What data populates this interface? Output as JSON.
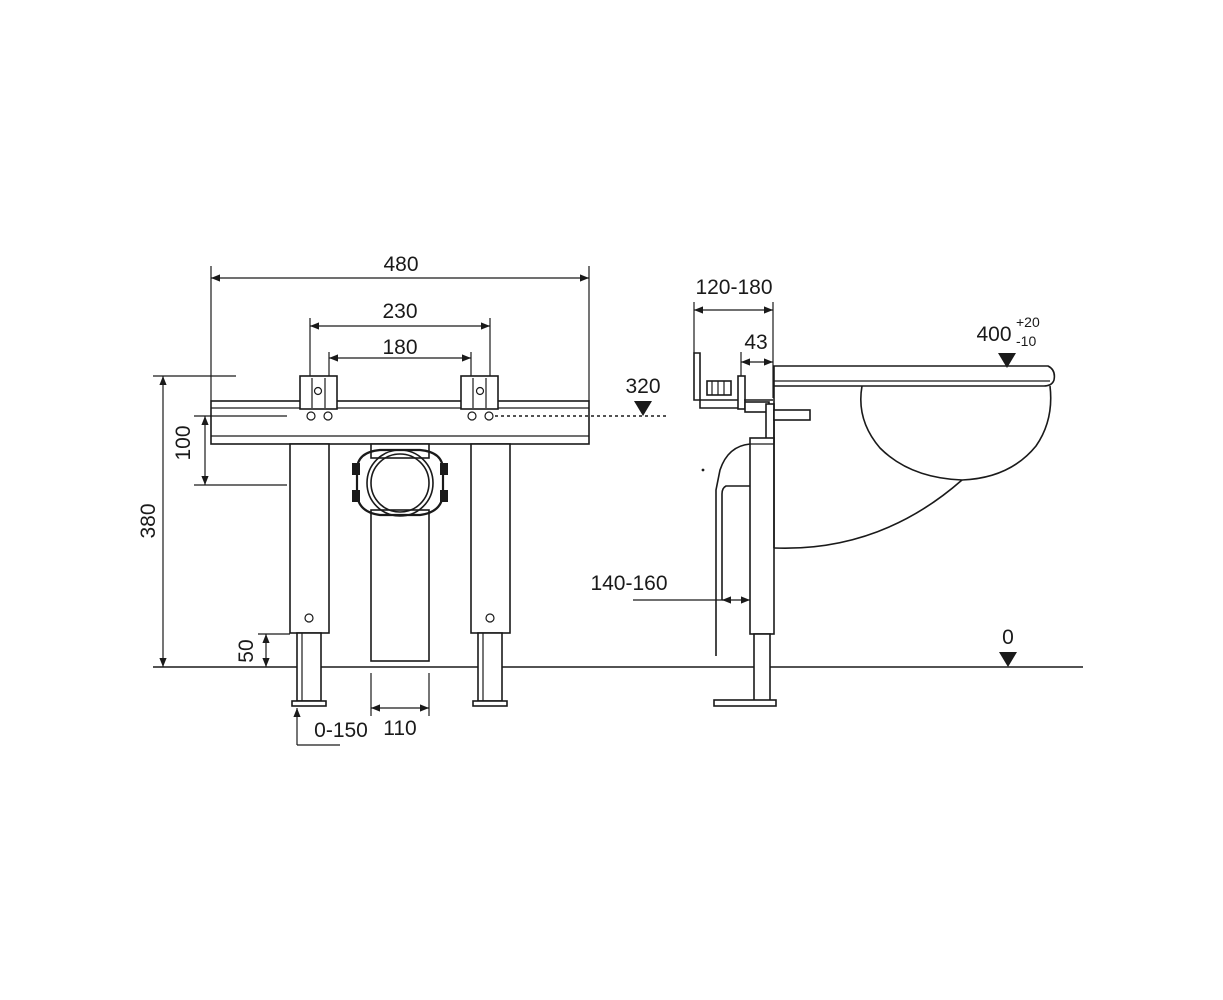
{
  "front_view": {
    "dim_total_width": "480",
    "dim_bracket_outer": "230",
    "dim_bracket_inner": "180",
    "dim_height": "380",
    "dim_frame_height": "100",
    "dim_foot_height": "50",
    "dim_foot_adjust": "0-150",
    "dim_pipe_width": "110"
  },
  "side_view": {
    "dim_wall_depth": "120-180",
    "dim_stud": "43",
    "dim_pipe_offset": "140-160",
    "level_top": "320",
    "level_bowl": "400",
    "level_bowl_tol_plus": "+20",
    "level_bowl_tol_minus": "-10",
    "level_floor": "0"
  }
}
